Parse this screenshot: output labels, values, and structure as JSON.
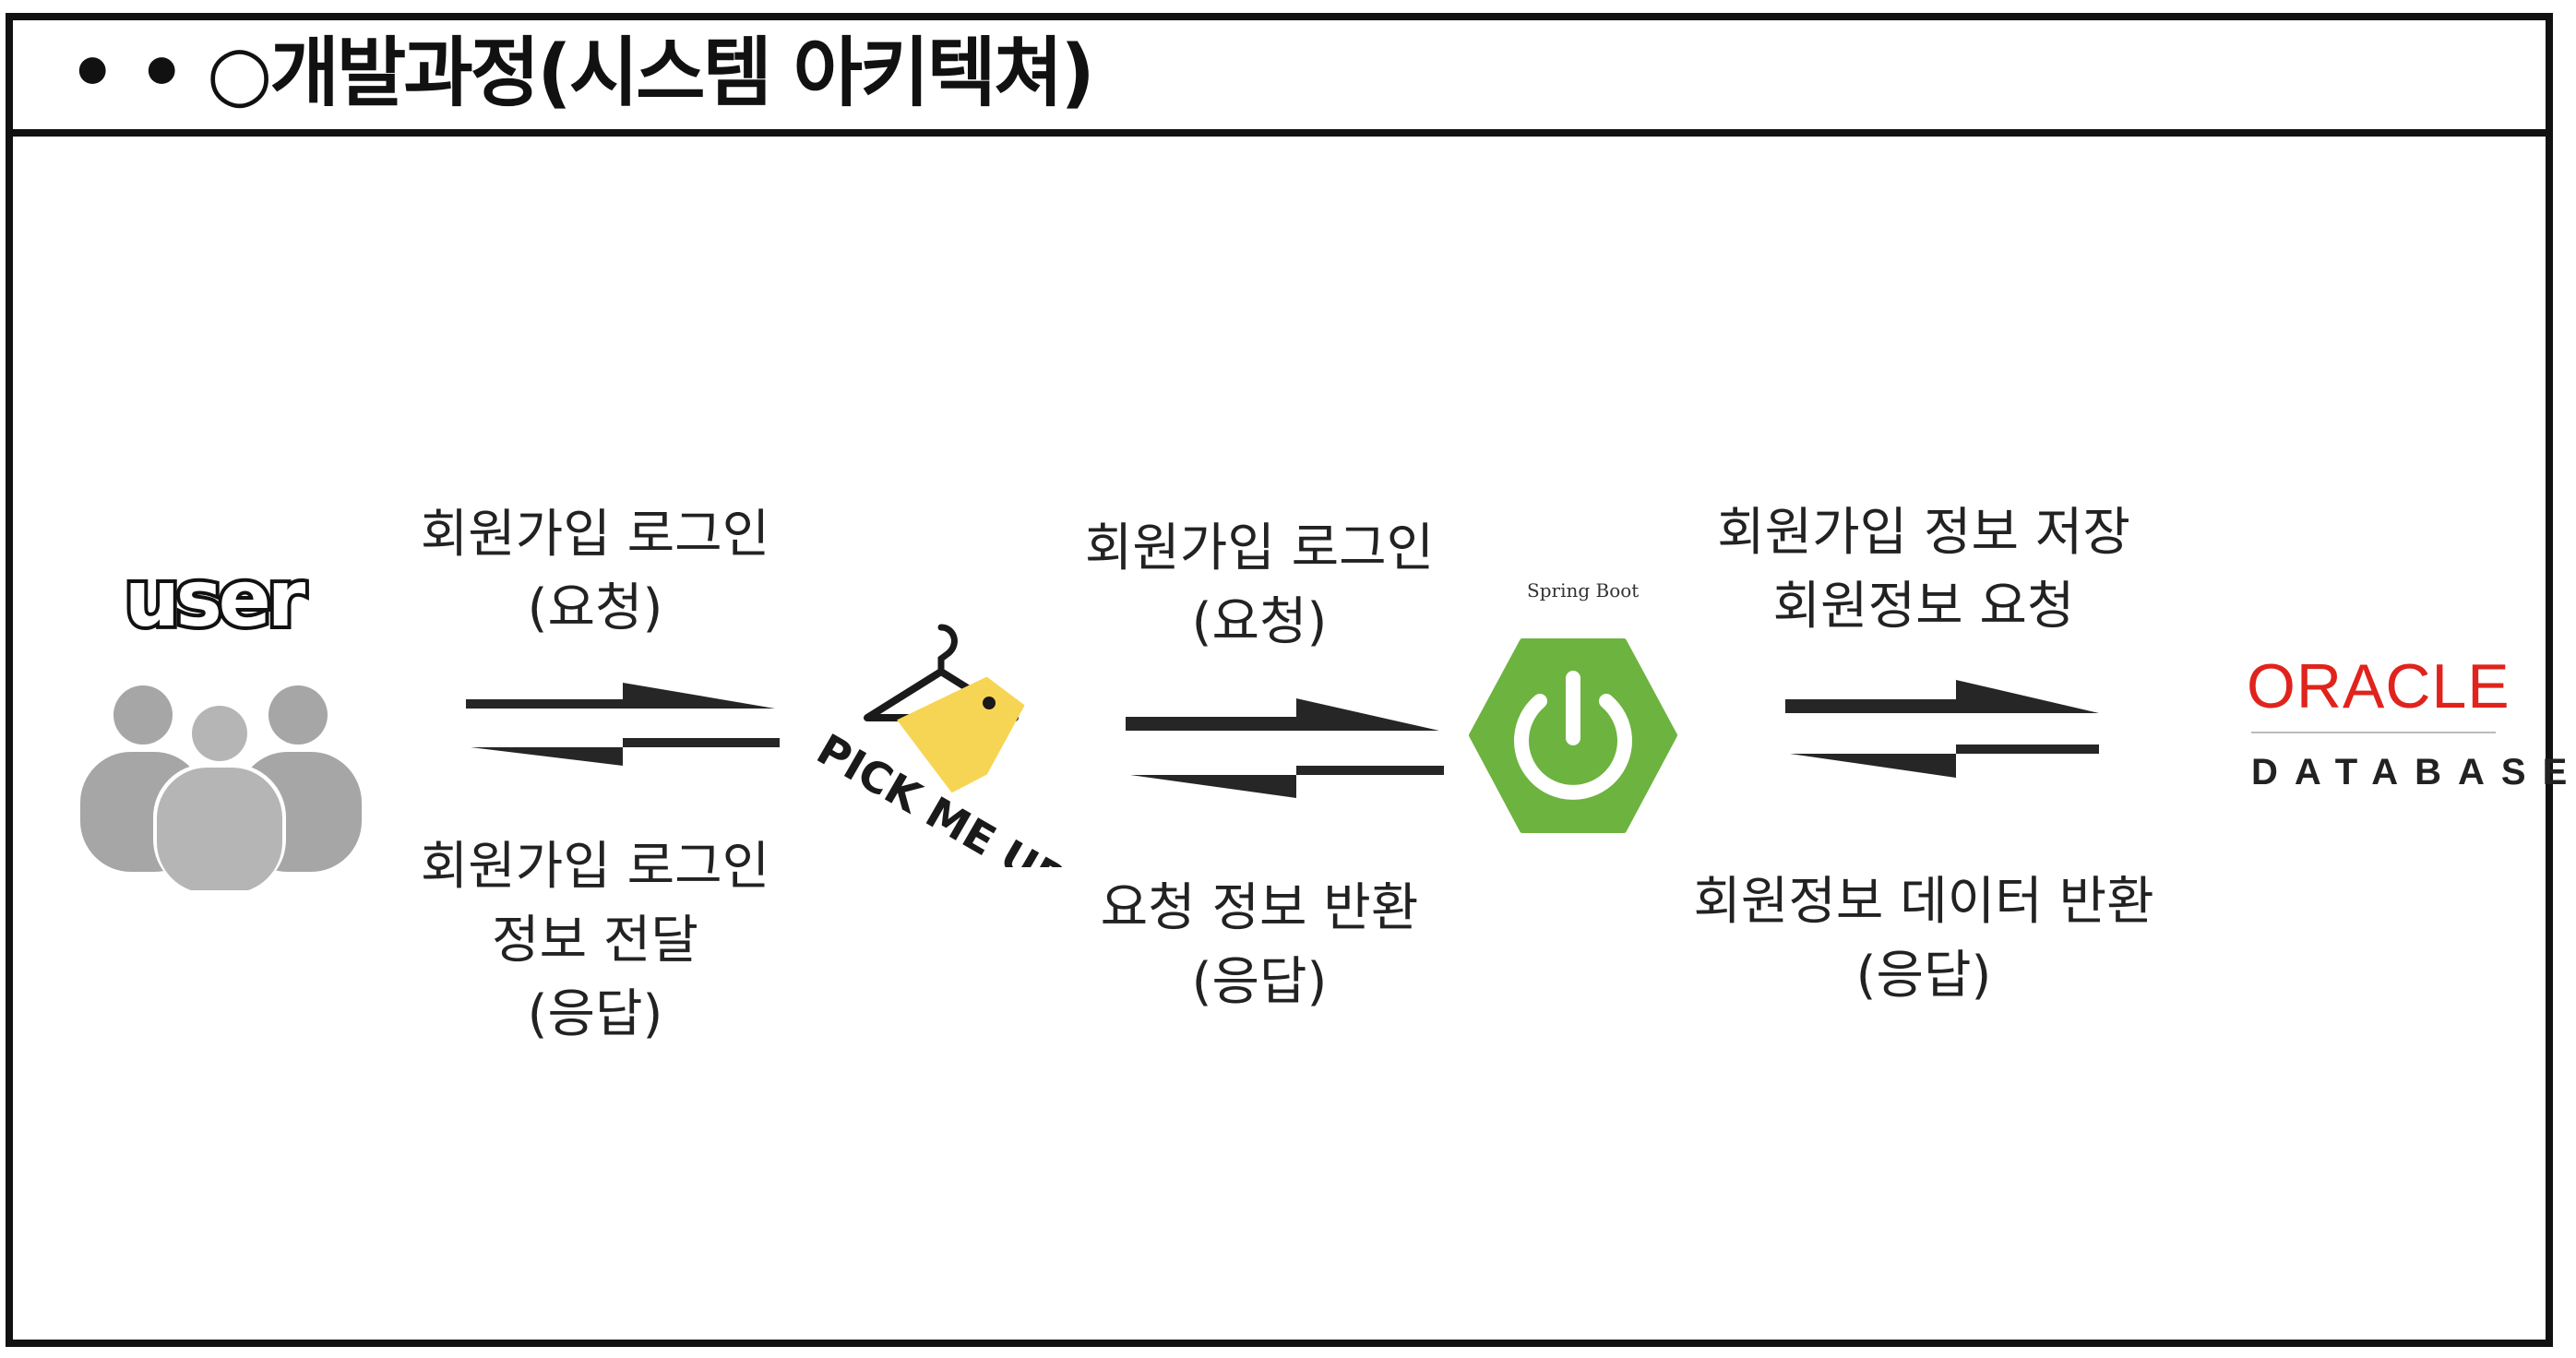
{
  "title": "• • ○개발과정(시스템 아키텍쳐)",
  "nodes": {
    "user": "user",
    "spring": "Spring Boot",
    "pickmeup": "PICK ME UP",
    "oracle": "ORACLE",
    "database": "DATABASE"
  },
  "links": {
    "user_pickmeup": {
      "top": [
        "회원가입 로그인",
        "(요청)"
      ],
      "bottom": [
        "회원가입 로그인",
        "정보 전달",
        "(응답)"
      ]
    },
    "pickmeup_spring": {
      "top": [
        "회원가입 로그인",
        "(요청)"
      ],
      "bottom": [
        "요청 정보 반환",
        "(응답)"
      ]
    },
    "spring_oracle": {
      "top": [
        "회원가입 정보 저장",
        "회원정보 요청"
      ],
      "bottom": [
        "회원정보 데이터 반환",
        "(응답)"
      ]
    }
  },
  "colors": {
    "arrow": "#262626",
    "user_icon": "#a6a6a6",
    "tag_yellow": "#f7d554",
    "spring_green": "#6db33f",
    "oracle_red": "#e0231c"
  }
}
